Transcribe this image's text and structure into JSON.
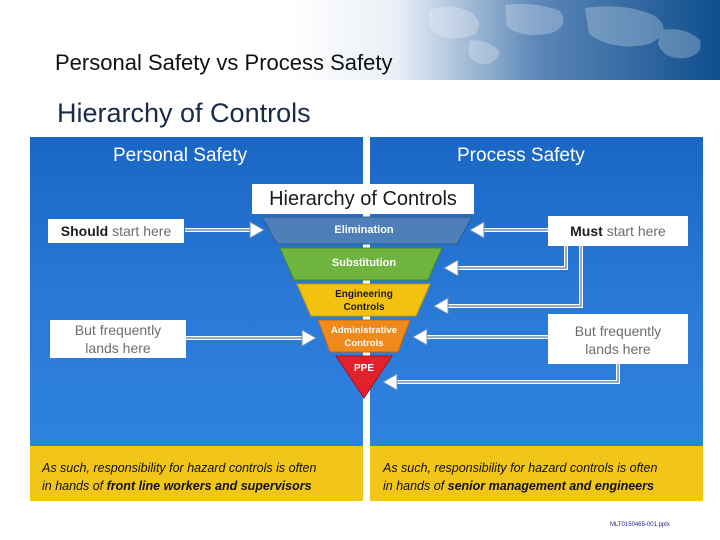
{
  "slide": {
    "title": "Personal Safety vs Process Safety",
    "subtitle": "Hierarchy of Controls",
    "footer_code": "MLT0150465-001.pptx"
  },
  "columns": {
    "left_heading": "Personal Safety",
    "right_heading": "Process Safety"
  },
  "graphic": {
    "title": "Hierarchy of Controls",
    "levels": [
      {
        "label": "Elimination",
        "color": "#4f7fb8"
      },
      {
        "label": "Substitution",
        "color": "#6fb43f"
      },
      {
        "label": "Engineering Controls",
        "line1": "Engineering",
        "line2": "Controls",
        "color": "#f2c20f"
      },
      {
        "label": "Administrative Controls",
        "line1": "Administrative",
        "line2": "Controls",
        "color": "#f08a1c"
      },
      {
        "label": "PPE",
        "color": "#e2222a"
      }
    ]
  },
  "callouts": {
    "left_top": {
      "bold": "Should",
      "rest": " start here"
    },
    "left_bottom": {
      "line1": "But frequently",
      "line2": "lands here"
    },
    "right_top": {
      "bold": "Must",
      "rest": " start here"
    },
    "right_bottom": {
      "line1": "But frequently",
      "line2": "lands here"
    }
  },
  "bottom": {
    "left": {
      "line1": "As such, responsibility for hazard controls is often",
      "line2_prefix": "in hands of ",
      "line2_bold": "front line workers and supervisors"
    },
    "right": {
      "line1": "As such, responsibility for hazard controls is often",
      "line2_prefix": "in hands of ",
      "line2_bold": "senior management and engineers"
    }
  },
  "colors": {
    "panel_blue": "#2a79d6",
    "band_yellow": "#f2c618",
    "header_blue": "#0f4f8f"
  }
}
